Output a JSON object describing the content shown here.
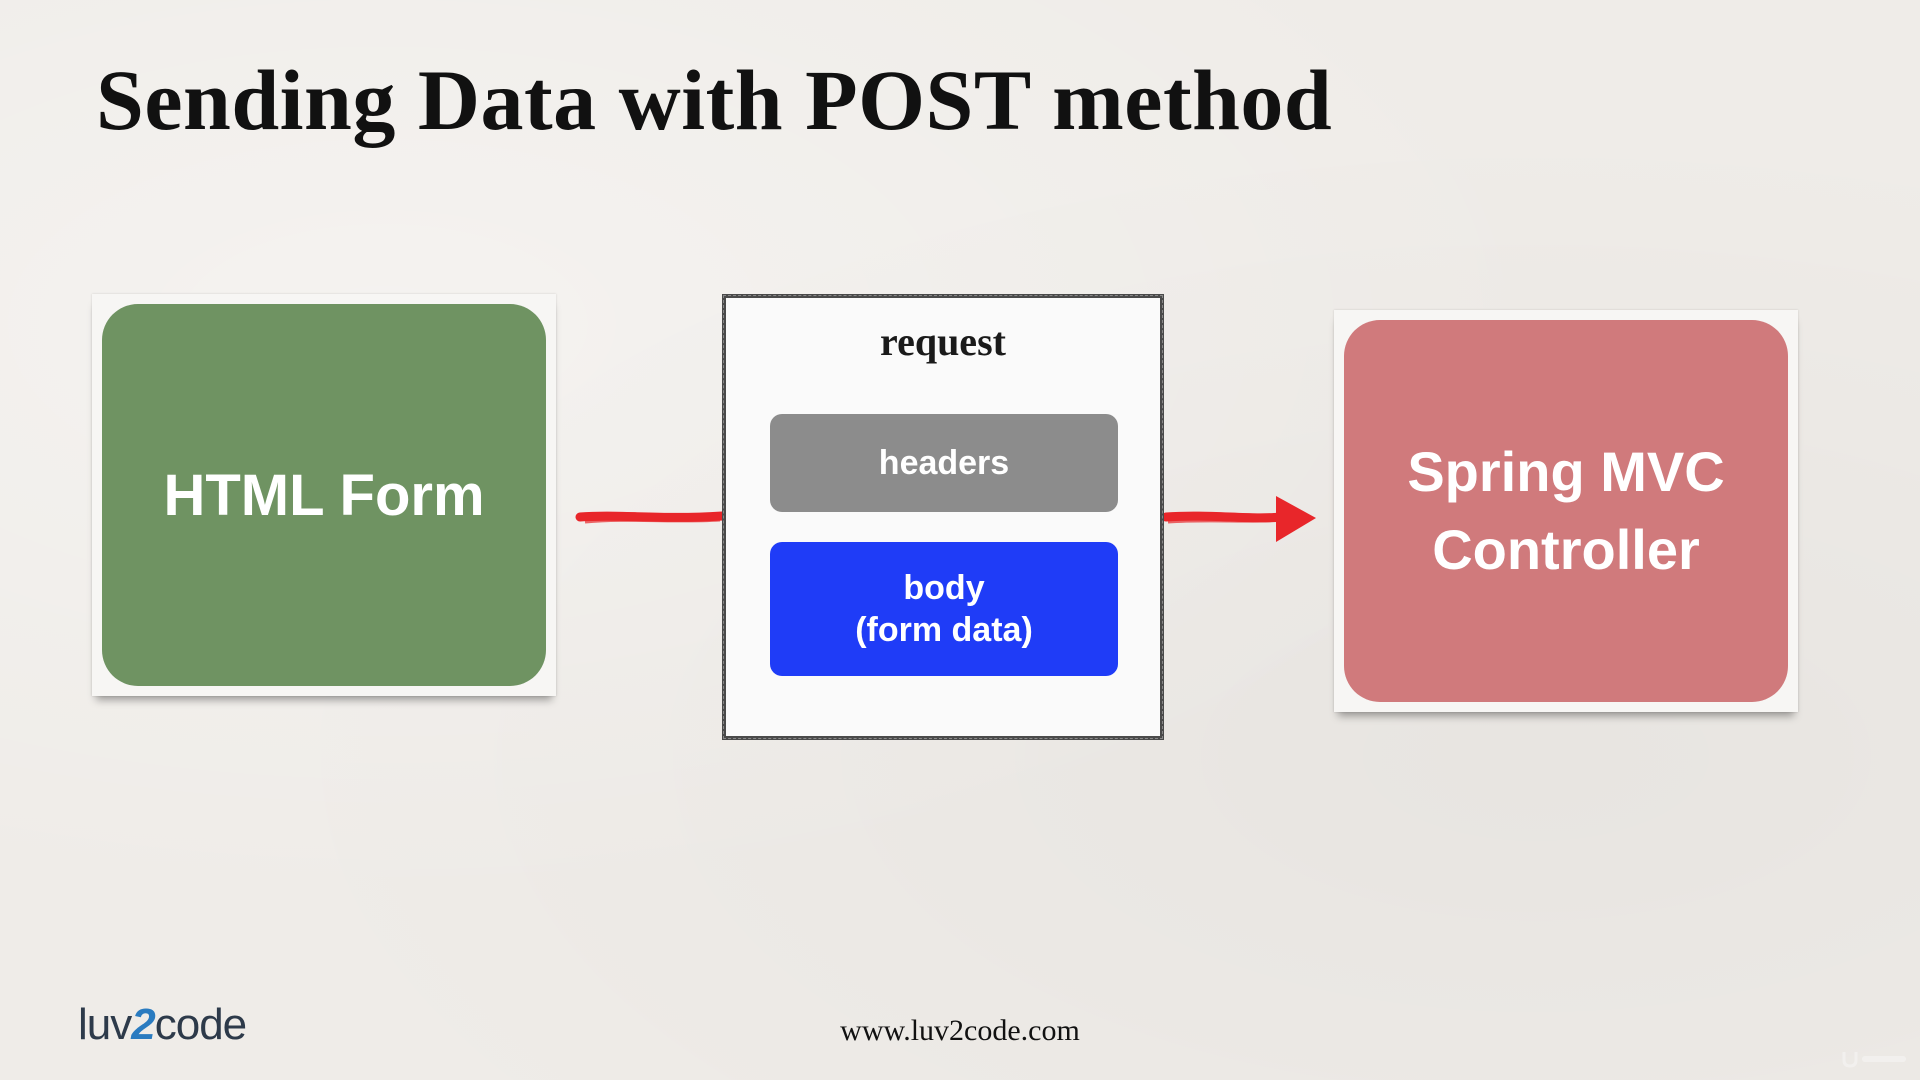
{
  "slide": {
    "title": "Sending Data with POST method",
    "footer_url": "www.luv2code.com"
  },
  "diagram": {
    "html_form_label": "HTML Form",
    "request_label": "request",
    "headers_label": "headers",
    "body_line1": "body",
    "body_line2": "(form data)",
    "controller_line1": "Spring MVC",
    "controller_line2": "Controller"
  },
  "logo": {
    "part1": "luv",
    "part2": "2",
    "part3": "code"
  },
  "colors": {
    "html_form": "#6f9362",
    "headers": "#8c8c8c",
    "body": "#1f3cf7",
    "controller": "#d07a7c",
    "arrow": "#e8262a"
  },
  "icons": {
    "arrow_in": "arrow-line",
    "arrow_out": "arrow-right",
    "logo": "luv2code-logo",
    "watermark": "udemy-watermark"
  }
}
